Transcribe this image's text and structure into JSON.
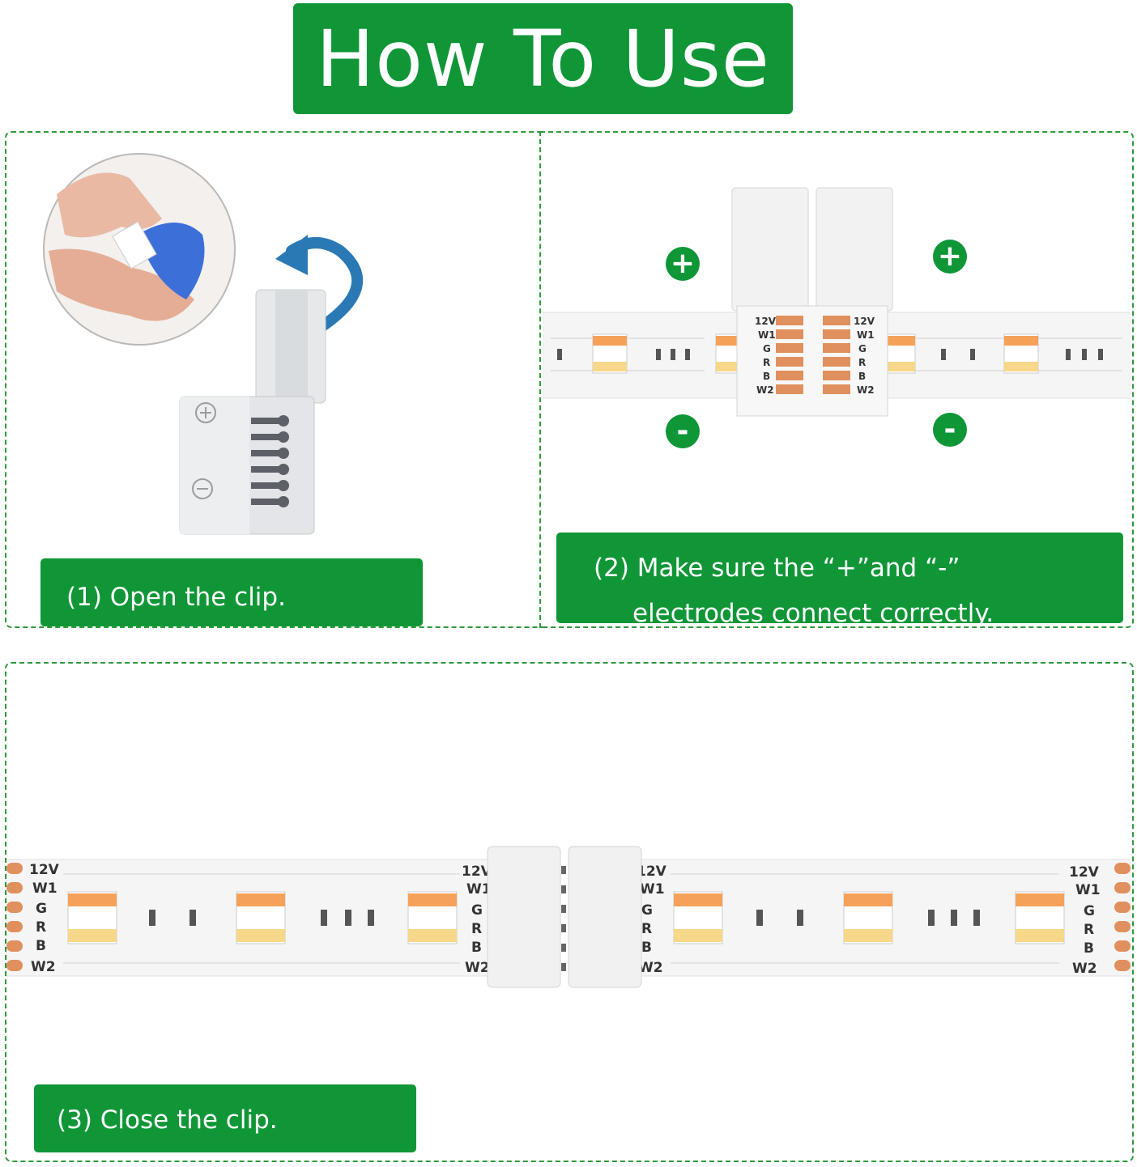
{
  "title": "How To Use",
  "steps": [
    {
      "caption": "(1) Open the clip."
    },
    {
      "caption_line1": "(2) Make sure the “+”and “-”",
      "caption_line2": "electrodes connect correctly."
    },
    {
      "caption": "(3)  Close the clip."
    }
  ],
  "polarity": {
    "plus": "+",
    "minus": "-"
  },
  "pin_labels": [
    "12V",
    "W1",
    "G",
    "R",
    "B",
    "W2"
  ],
  "colors": {
    "brand_green": "#109637",
    "dash_green": "#2e9a3c",
    "pad_copper": "#e0905e",
    "led_orange": "#f5a15a",
    "led_warm": "#f7d78a",
    "tool_blue": "#3d6fd8",
    "arrow_blue": "#2a79b5"
  }
}
